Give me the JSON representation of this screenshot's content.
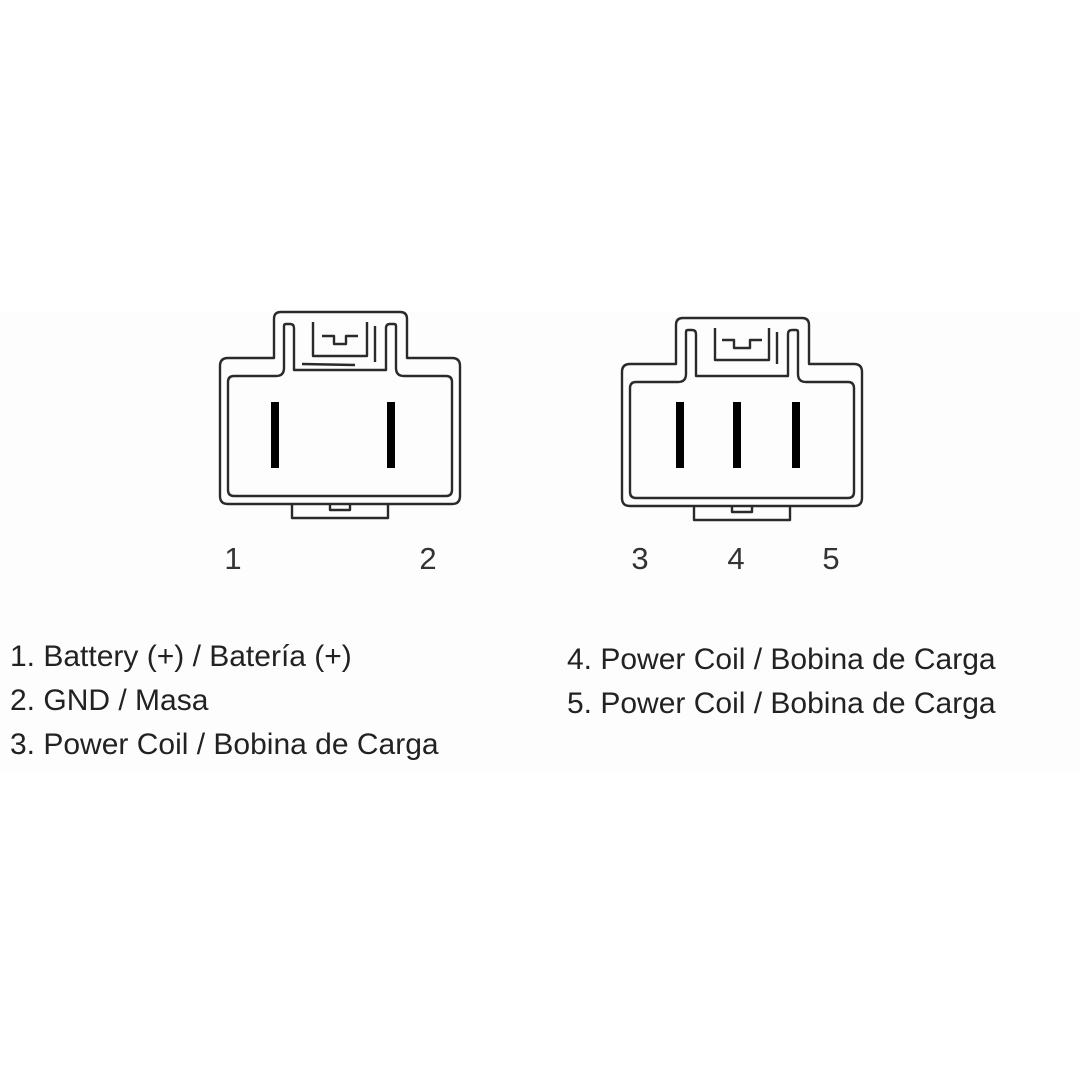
{
  "connectors": [
    {
      "pins": [
        "1",
        "2"
      ]
    },
    {
      "pins": [
        "3",
        "4",
        "5"
      ]
    }
  ],
  "legend_left": [
    "1. Battery (+) / Batería (+)",
    "2. GND / Masa",
    "3. Power Coil / Bobina de Carga"
  ],
  "legend_right": [
    "4. Power Coil / Bobina de Carga",
    "5. Power Coil / Bobina de Carga"
  ],
  "colors": {
    "line": "#2a2a2a",
    "terminal": "#000000",
    "text": "#222222"
  }
}
